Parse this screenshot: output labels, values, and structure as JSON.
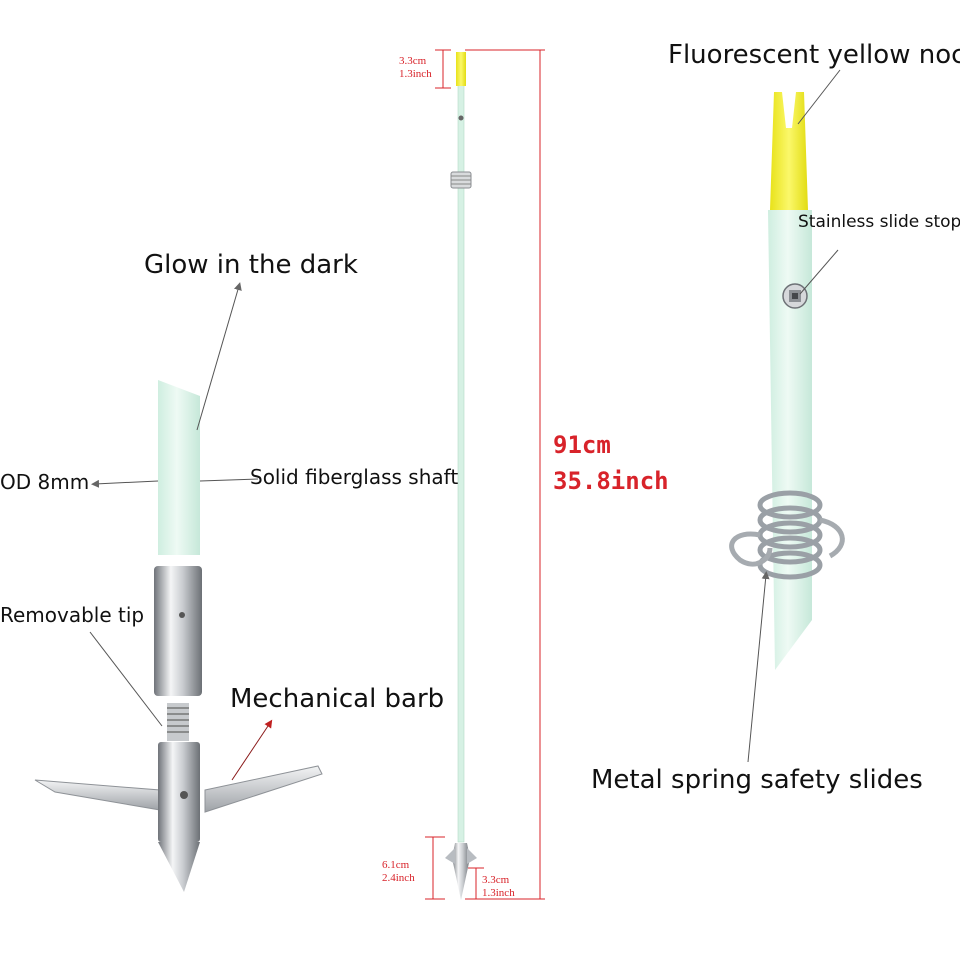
{
  "labels": {
    "nock": "Fluorescent yellow nock",
    "slide_stop": "Stainless slide stop",
    "glow": "Glow in the dark",
    "od": "OD 8mm",
    "shaft": "Solid fiberglass shaft",
    "removable_tip": "Removable tip",
    "barb": "Mechanical barb",
    "spring": "Metal spring safety slides"
  },
  "dimensions": {
    "total_cm": "91cm",
    "total_inch": "35.8inch",
    "nock_cm": "3.3cm",
    "nock_inch": "1.3inch",
    "tip_total_cm": "6.1cm",
    "tip_total_inch": "2.4inch",
    "tip_point_cm": "3.3cm",
    "tip_point_inch": "1.3inch"
  },
  "colors": {
    "dimension_red": "#d8232a",
    "glow_shaft": "#dff4ea",
    "nock_yellow": "#f6f230",
    "steel": "#b8bcc1"
  }
}
